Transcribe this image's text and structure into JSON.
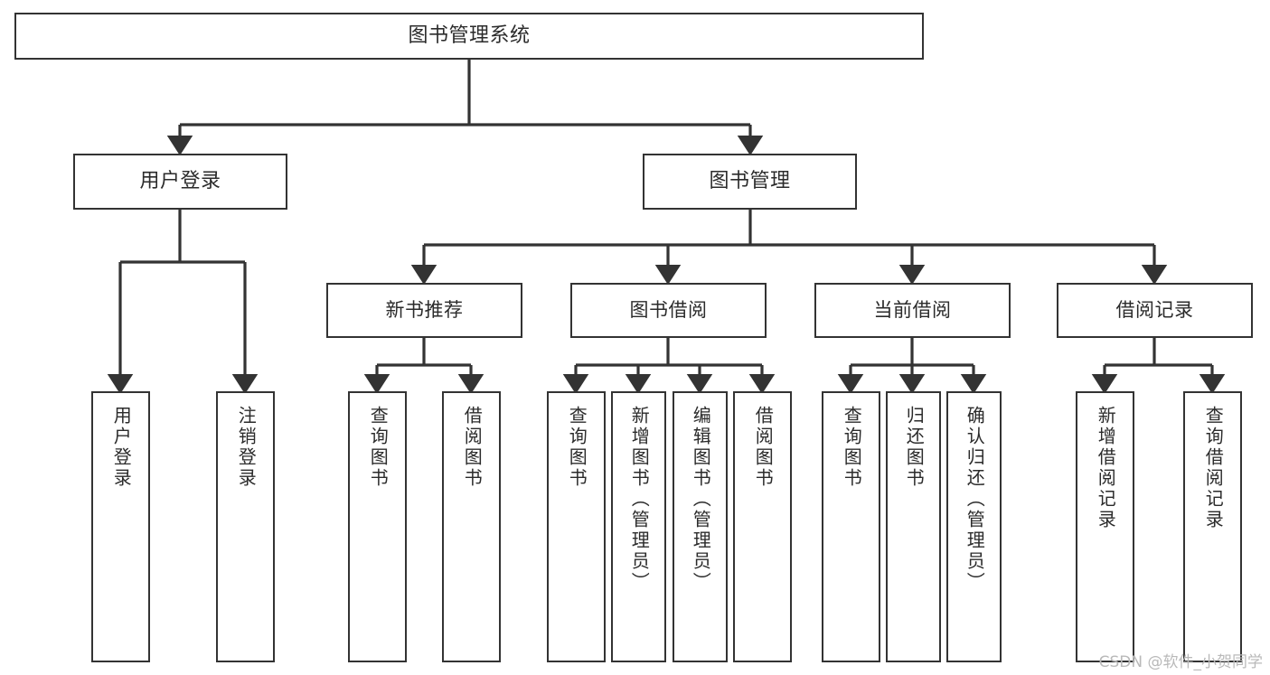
{
  "diagram": {
    "title": "图书管理系统",
    "type": "tree-hierarchy",
    "orientation": "top-down",
    "accent_color": "#333333",
    "background_color": "#ffffff",
    "nodes": {
      "root": {
        "label": "图书管理系统"
      },
      "l1": [
        {
          "id": "user-login",
          "label": "用户登录"
        },
        {
          "id": "book-manage",
          "label": "图书管理"
        }
      ],
      "l2": [
        {
          "id": "new-book-rec",
          "label": "新书推荐"
        },
        {
          "id": "book-borrow",
          "label": "图书借阅"
        },
        {
          "id": "current-borrow",
          "label": "当前借阅"
        },
        {
          "id": "borrow-record",
          "label": "借阅记录"
        }
      ],
      "leaves": {
        "user_login": [
          {
            "id": "leaf-user-login",
            "label": "用户登录"
          },
          {
            "id": "leaf-logout-login",
            "label": "注销登录"
          }
        ],
        "new_book_rec": [
          {
            "id": "leaf-query-book-1",
            "label": "查询图书"
          },
          {
            "id": "leaf-borrow-book-1",
            "label": "借阅图书"
          }
        ],
        "book_borrow": [
          {
            "id": "leaf-query-book-2",
            "label": "查询图书"
          },
          {
            "id": "leaf-add-book",
            "label": "新增图书（管理员）"
          },
          {
            "id": "leaf-edit-book",
            "label": "编辑图书（管理员）"
          },
          {
            "id": "leaf-borrow-book-2",
            "label": "借阅图书"
          }
        ],
        "current_borrow": [
          {
            "id": "leaf-query-book-3",
            "label": "查询图书"
          },
          {
            "id": "leaf-return-book",
            "label": "归还图书"
          },
          {
            "id": "leaf-confirm-return",
            "label": "确认归还（管理员）"
          }
        ],
        "borrow_record": [
          {
            "id": "leaf-add-record",
            "label": "新增借阅记录"
          },
          {
            "id": "leaf-query-record",
            "label": "查询借阅记录"
          }
        ]
      }
    }
  },
  "watermark": {
    "text": "CSDN @软件_小贺同学"
  }
}
